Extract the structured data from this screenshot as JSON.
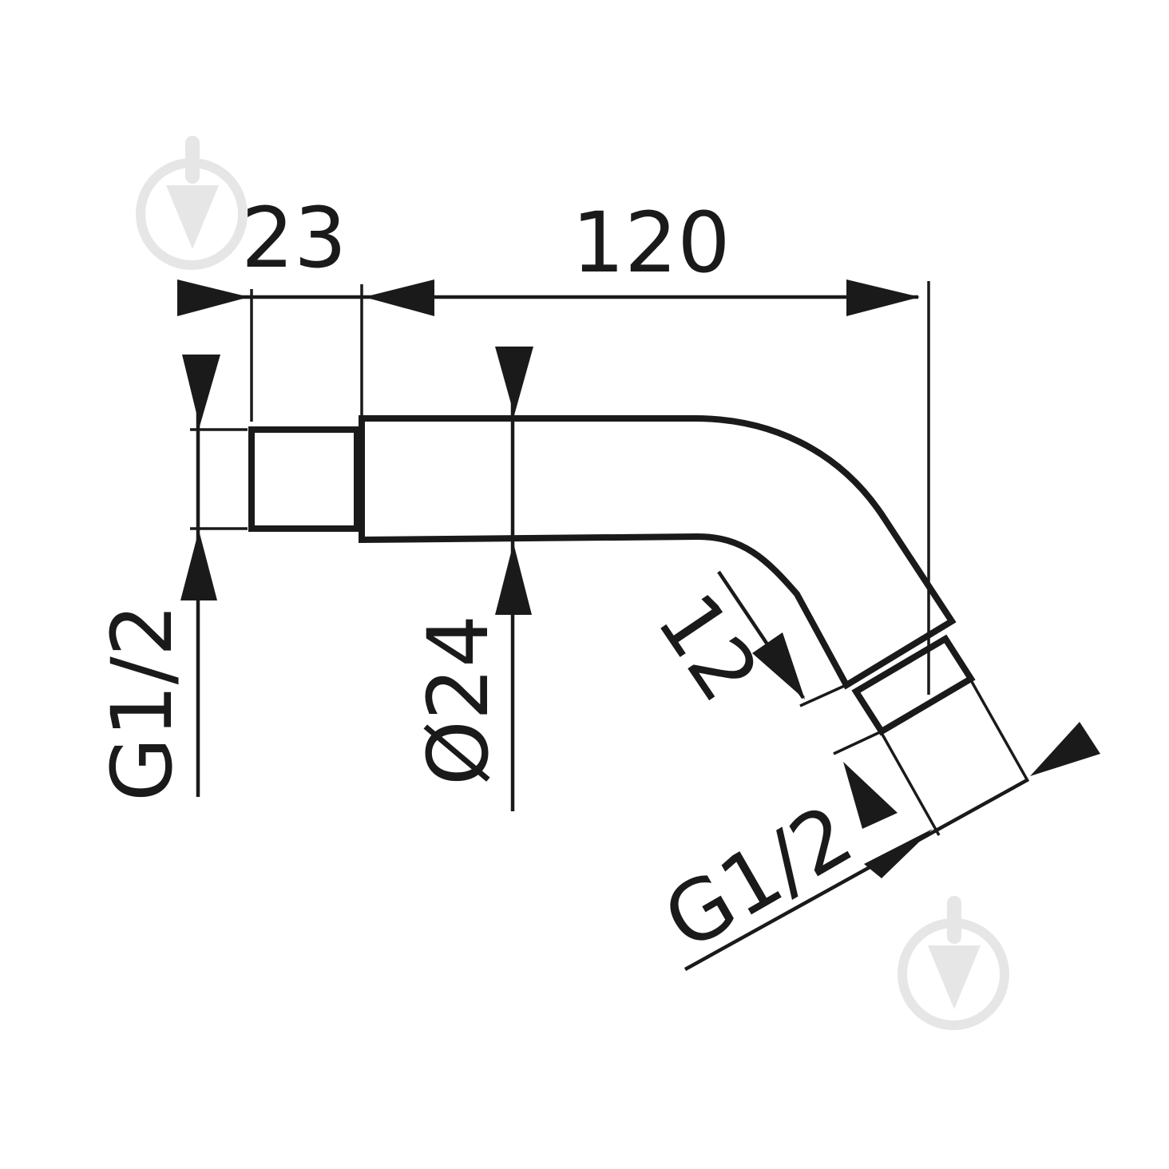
{
  "dimensions": {
    "width_23": "23",
    "length_120": "120",
    "thread_inlet": "G1/2",
    "diameter": "Ø24",
    "angle_dim": "12",
    "thread_outlet": "G1/2"
  },
  "colors": {
    "line": "#1a1a1a",
    "watermark": "#e6e6e6",
    "background": "#ffffff"
  },
  "icons": {
    "watermark": "plumb-bob-logo-icon"
  }
}
